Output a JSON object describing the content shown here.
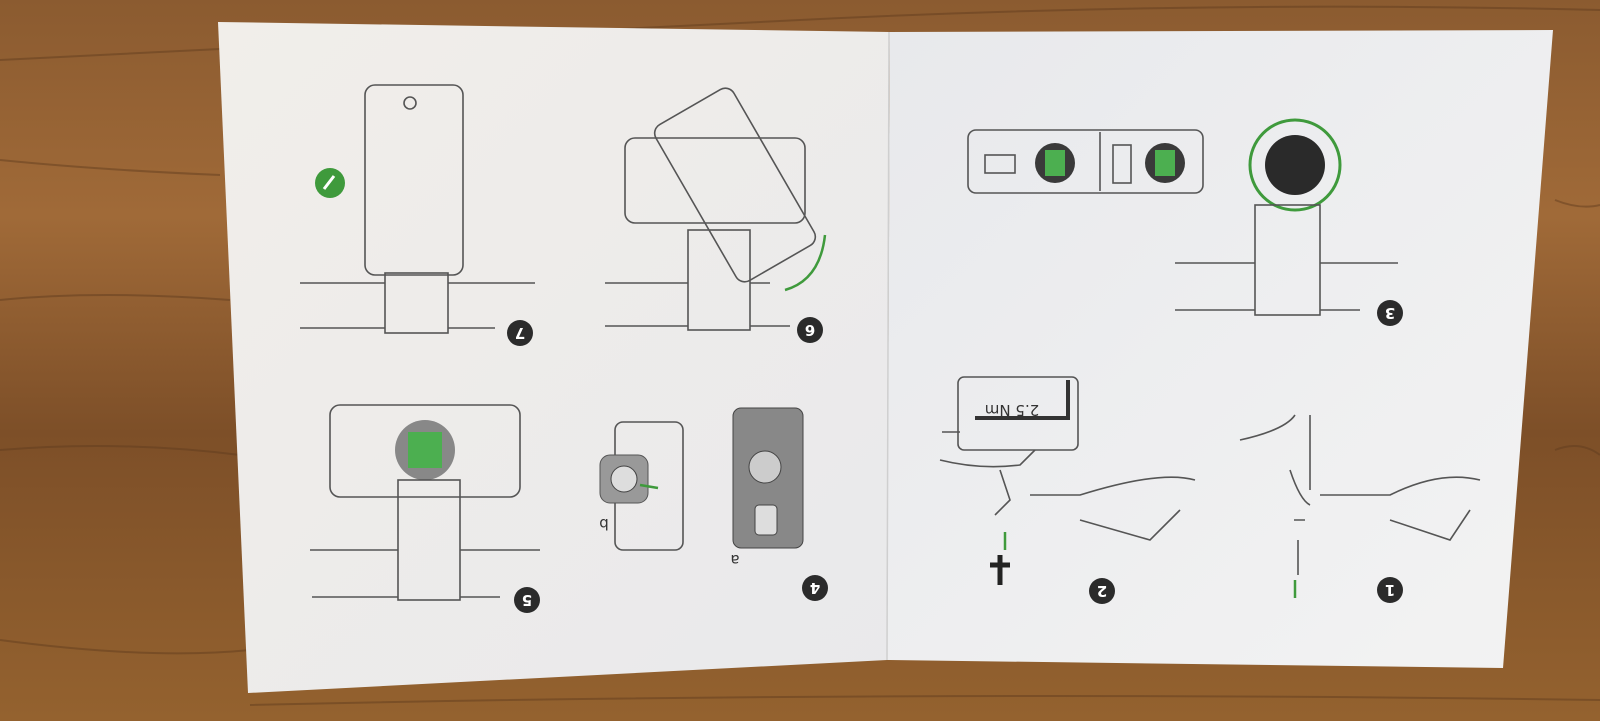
{
  "booklet": {
    "steps": [
      "1",
      "2",
      "3",
      "4",
      "5",
      "6",
      "7"
    ],
    "torque_label": "2.5 Nm",
    "sub_a": "a",
    "sub_b": "b"
  },
  "colors": {
    "accent_green": "#3f9a3c",
    "paper": "#f4f3f0",
    "wood": "#8a5a2e",
    "badge": "#2b2b2b"
  }
}
